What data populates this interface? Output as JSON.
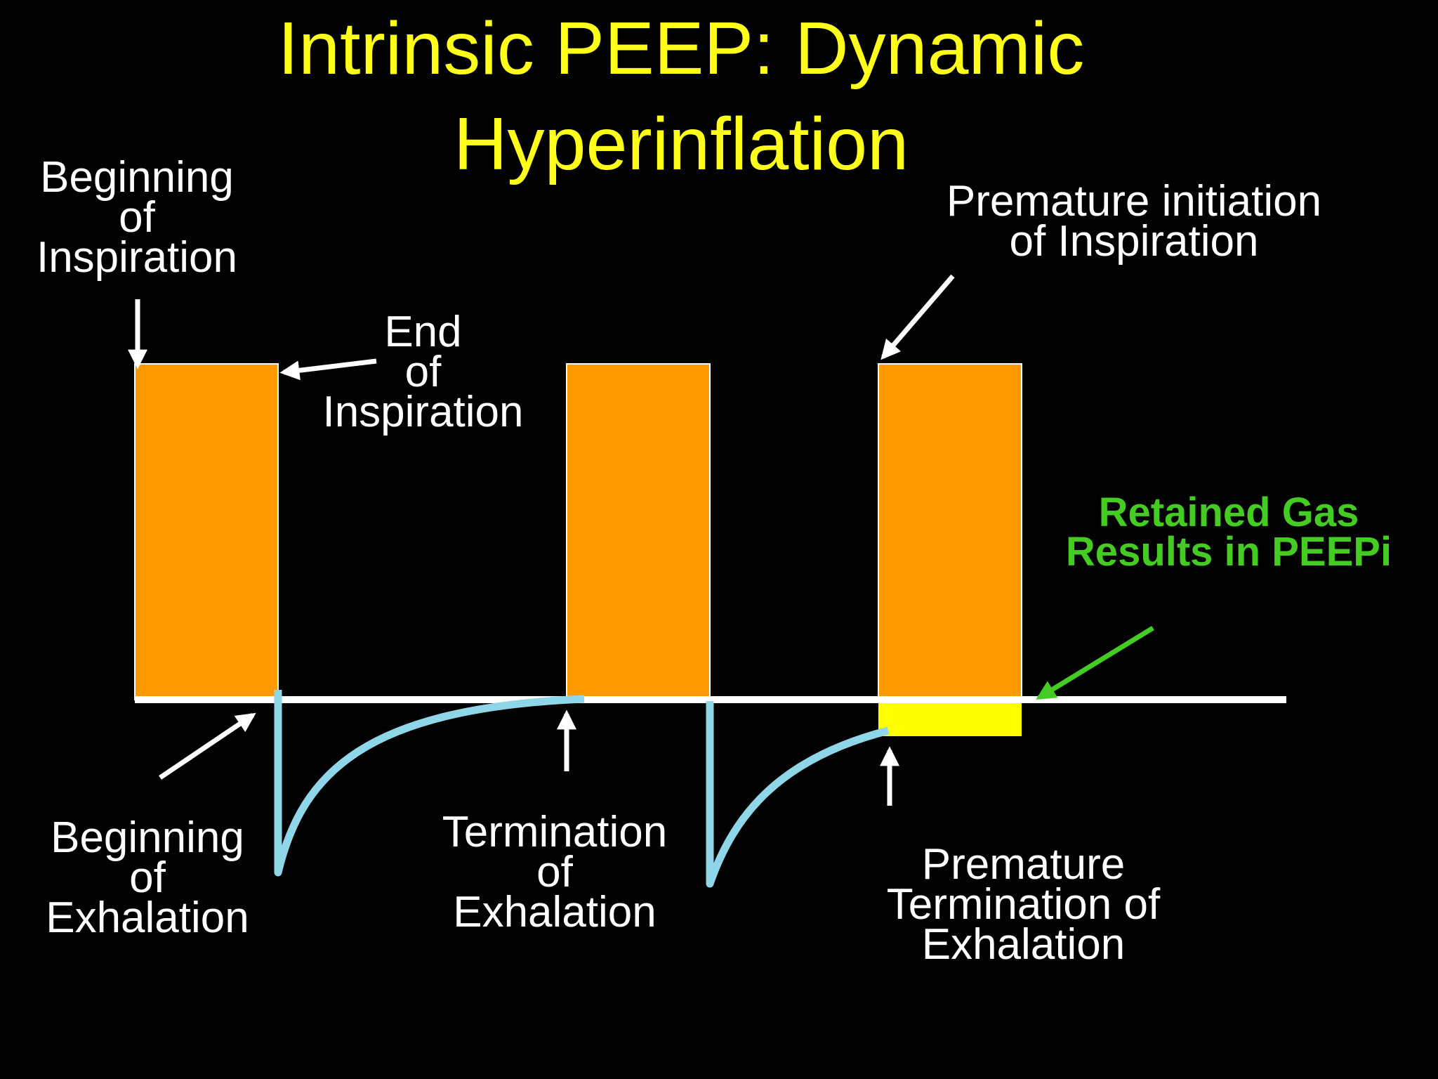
{
  "title": {
    "line1": "Intrinsic PEEP: Dynamic",
    "line2": "Hyperinflation"
  },
  "labels": {
    "beginning_of_inspiration": [
      "Beginning",
      "of",
      "Inspiration"
    ],
    "end_of_inspiration": [
      "End",
      "of",
      "Inspiration"
    ],
    "premature_initiation_of_inspiration": [
      "Premature initiation",
      "of Inspiration"
    ],
    "retained_gas": [
      "Retained Gas",
      "Results in PEEPi"
    ],
    "beginning_of_exhalation": [
      "Beginning",
      "of",
      "Exhalation"
    ],
    "termination_of_exhalation": [
      "Termination",
      "of",
      "Exhalation"
    ],
    "premature_termination_of_exhalation": [
      "Premature",
      "Termination of",
      "Exhalation"
    ]
  },
  "colors": {
    "background": "#000000",
    "title": "#FFFF1A",
    "text": "#FFFFFF",
    "inspiration_bar": "#FF9900",
    "retained_gas_bar": "#FFFF00",
    "retained_gas_text": "#44CC22",
    "exhalation_curve": "#8FD6E8",
    "baseline": "#FFFFFF",
    "arrow": "#FFFFFF"
  }
}
